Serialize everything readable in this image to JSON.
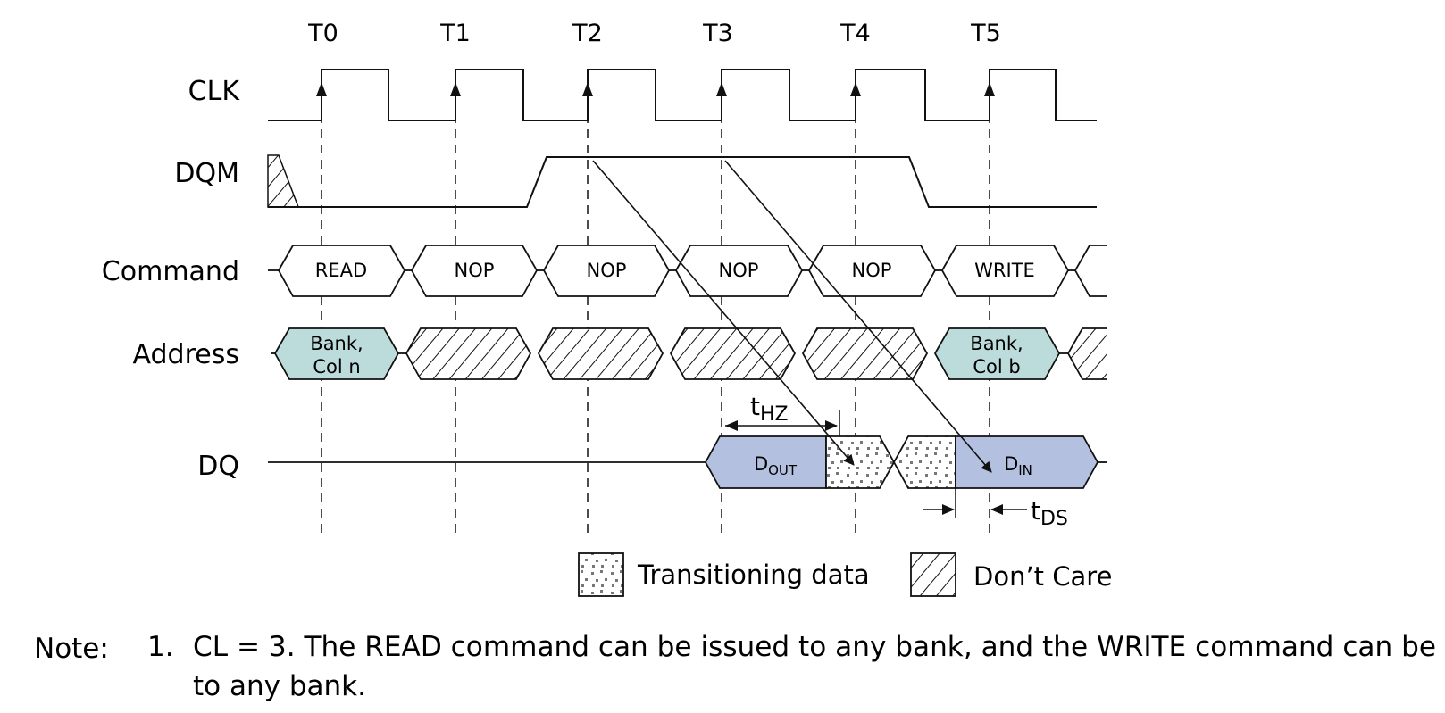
{
  "ticks": [
    "T0",
    "T1",
    "T2",
    "T3",
    "T4",
    "T5"
  ],
  "signals": {
    "clk": "CLK",
    "dqm": "DQM",
    "command": "Command",
    "address": "Address",
    "dq": "DQ"
  },
  "commands": [
    "READ",
    "NOP",
    "NOP",
    "NOP",
    "NOP",
    "WRITE"
  ],
  "address": {
    "first_line1": "Bank,",
    "first_line2": "Col n",
    "last_line1": "Bank,",
    "last_line2": "Col b"
  },
  "dq": {
    "dout_main": "D",
    "dout_sub": "OUT",
    "din_main": "D",
    "din_sub": "IN"
  },
  "timing": {
    "thz_main": "t",
    "thz_sub": "HZ",
    "tds_main": "t",
    "tds_sub": "DS"
  },
  "legend": {
    "transitioning": "Transitioning data",
    "dont_care": "Don’t Care"
  },
  "note": {
    "label": "Note:",
    "number": "1.",
    "line1": "CL = 3. The READ command can be issued to any bank, and the WRITE command can be",
    "line2": "to any bank."
  },
  "colors": {
    "address_fill": "#bcdcdc",
    "dq_fill": "#b4c0df",
    "line": "#111111"
  }
}
